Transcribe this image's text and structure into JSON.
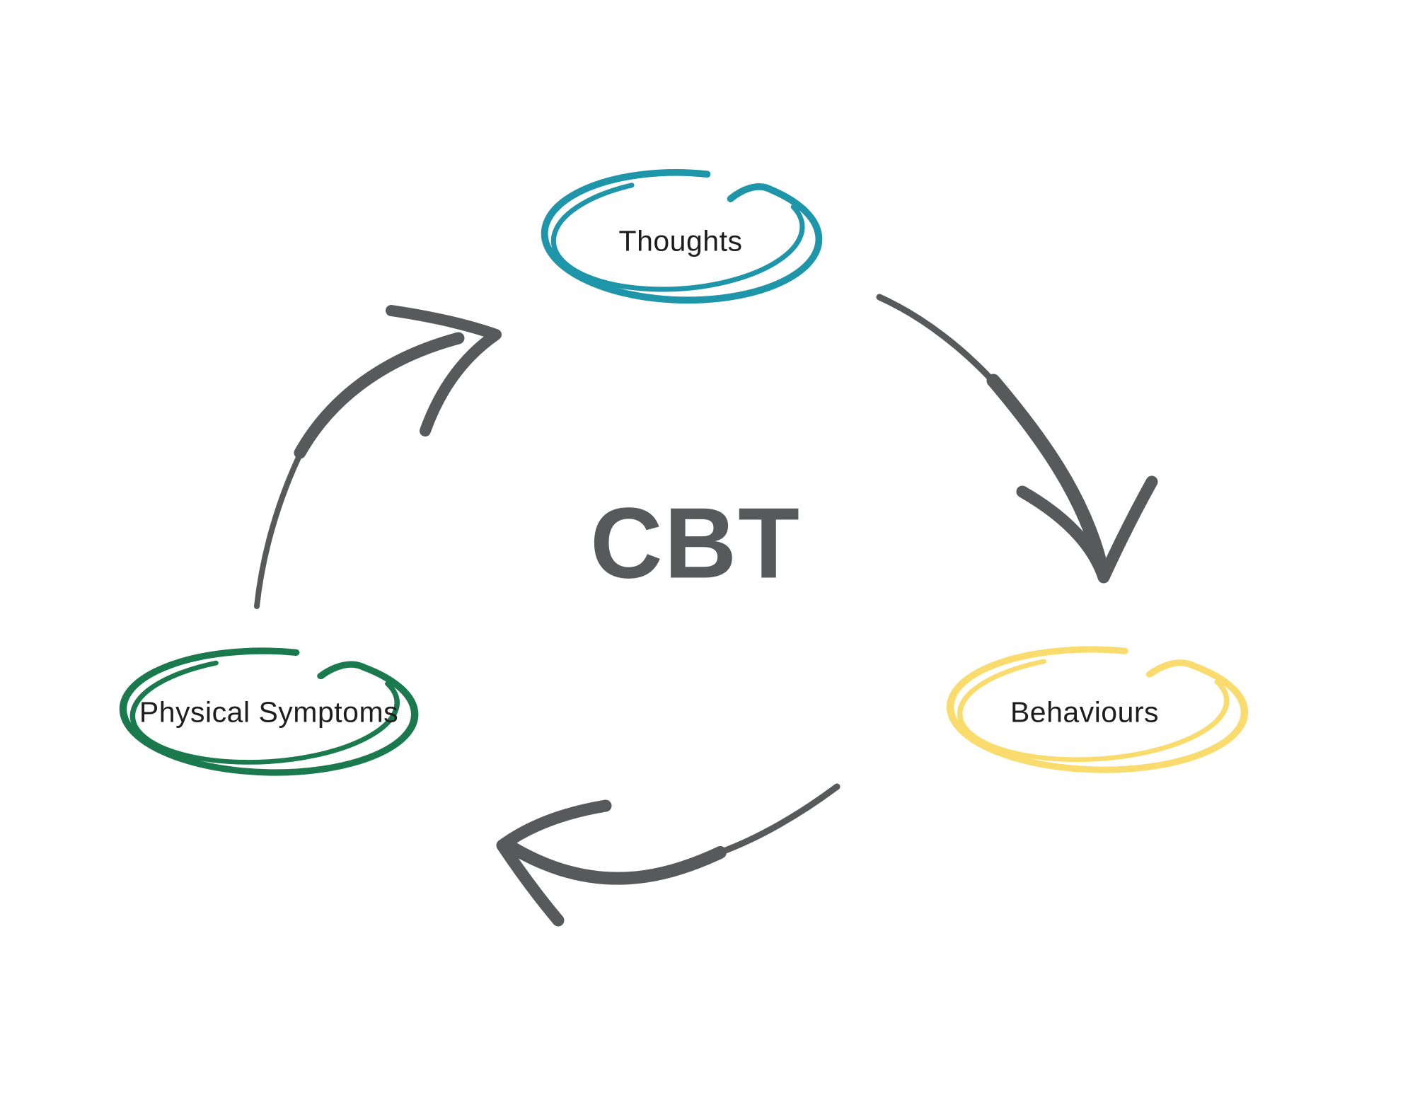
{
  "diagram": {
    "title": "CBT",
    "background_color": "#ffffff",
    "arrow_color": "#58595b",
    "title_color": "#58595b",
    "label_color": "#1e1e1e"
  },
  "nodes": {
    "thoughts": {
      "label": "Thoughts",
      "color": "#1f95a9"
    },
    "behaviours": {
      "label": "Behaviours",
      "color": "#f9dc6d"
    },
    "physical_symptoms": {
      "label": "Physical Symptoms",
      "color": "#1a7a4e"
    }
  },
  "arrows": [
    {
      "from": "Thoughts",
      "to": "Behaviours"
    },
    {
      "from": "Behaviours",
      "to": "Physical Symptoms"
    },
    {
      "from": "Physical Symptoms",
      "to": "Thoughts"
    }
  ]
}
